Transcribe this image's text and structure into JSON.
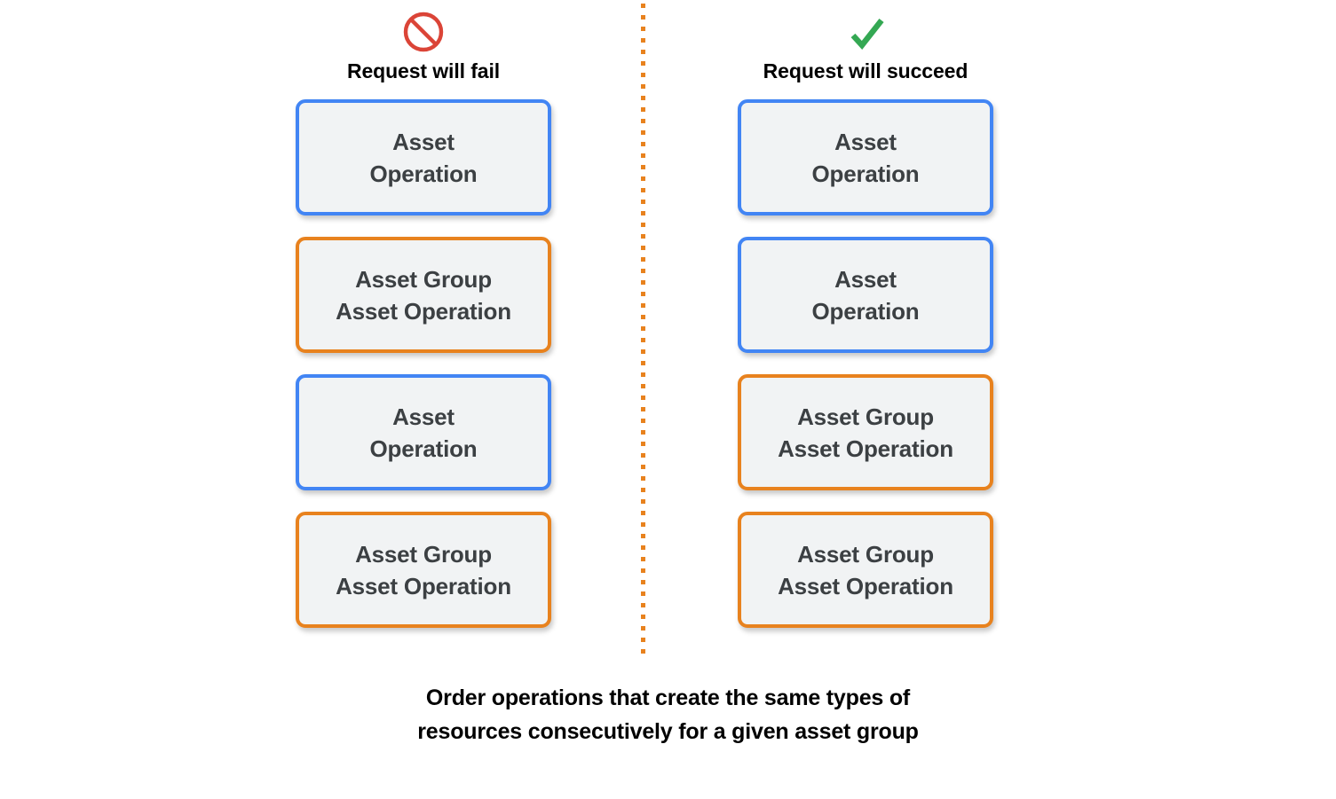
{
  "diagram": {
    "background_color": "#FFFFFF",
    "divider": {
      "name": "vertical-dotted-divider",
      "style": "dotted",
      "color": "#E8821E"
    },
    "colors": {
      "asset_border": "#4285F4",
      "asset_group_border": "#E8821E",
      "box_fill": "#F1F3F4",
      "box_text": "#3C4043",
      "fail_icon": "#DB4437",
      "succeed_icon": "#34A853",
      "heading_text": "#000000"
    },
    "columns": [
      {
        "id": "fail",
        "icon": "prohibition-icon",
        "icon_color": "#DB4437",
        "title": "Request will fail",
        "boxes": [
          {
            "label": "Asset\nOperation",
            "kind": "asset"
          },
          {
            "label": "Asset Group\nAsset Operation",
            "kind": "asset-group"
          },
          {
            "label": "Asset\nOperation",
            "kind": "asset"
          },
          {
            "label": "Asset Group\nAsset Operation",
            "kind": "asset-group"
          }
        ]
      },
      {
        "id": "succeed",
        "icon": "checkmark-icon",
        "icon_color": "#34A853",
        "title": "Request will succeed",
        "boxes": [
          {
            "label": "Asset\nOperation",
            "kind": "asset"
          },
          {
            "label": "Asset\nOperation",
            "kind": "asset"
          },
          {
            "label": "Asset Group\nAsset Operation",
            "kind": "asset-group"
          },
          {
            "label": "Asset Group\nAsset Operation",
            "kind": "asset-group"
          }
        ]
      }
    ],
    "caption": "Order operations that create the same types of\nresources consecutively for a given asset group"
  }
}
